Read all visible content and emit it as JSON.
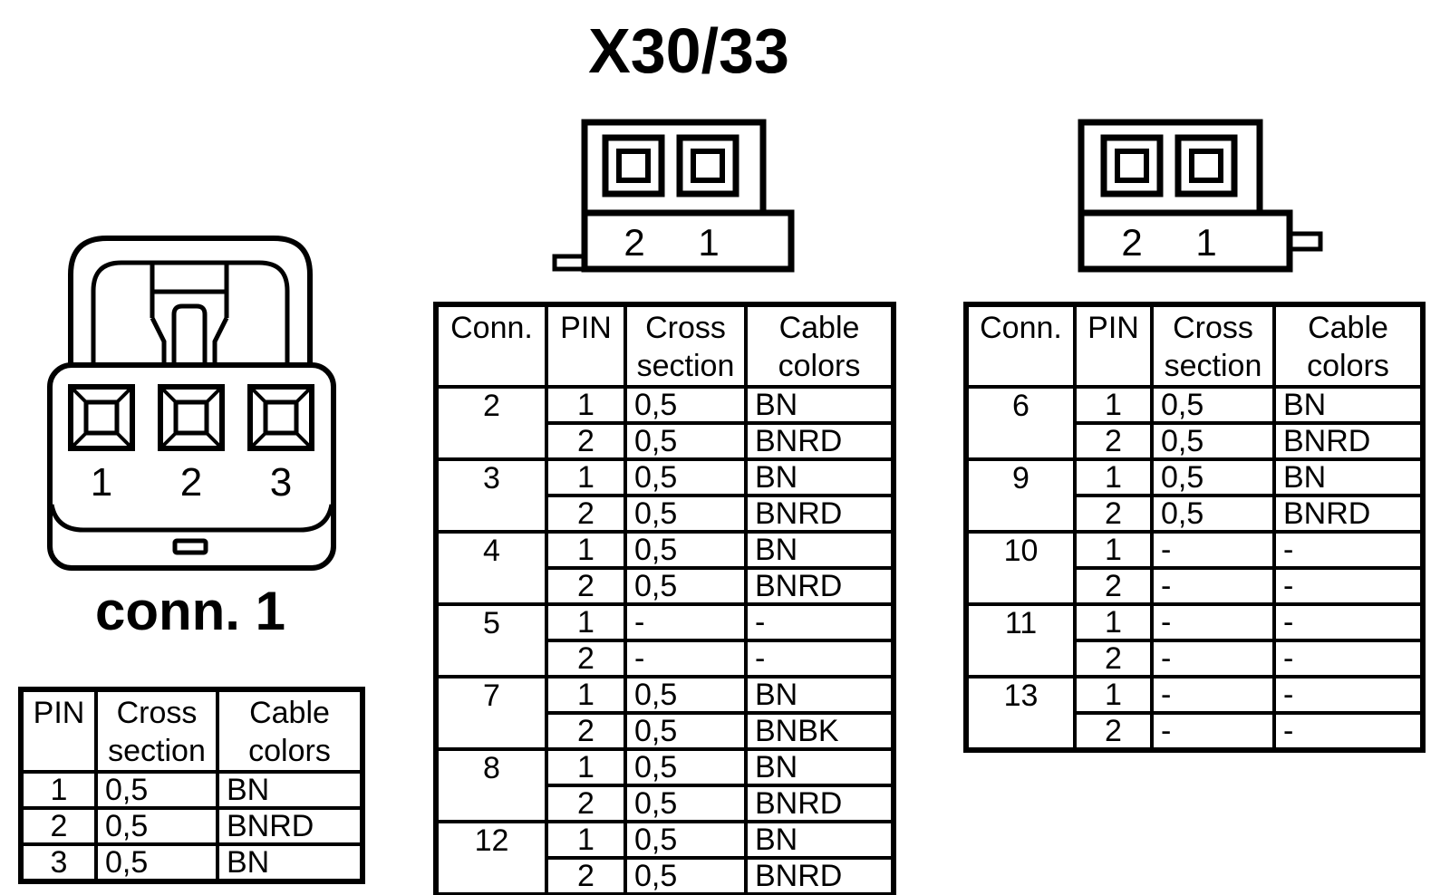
{
  "colors": {
    "ink": "#000000",
    "paper": "#ffffff"
  },
  "title": "X30/33",
  "table_headers": {
    "conn": "Conn.",
    "pin": "PIN",
    "cross_section": "Cross\nsection",
    "cable_colors": "Cable\ncolors"
  },
  "conn1": {
    "label": "conn. 1",
    "drawing_pins": [
      "1",
      "2",
      "3"
    ],
    "rows": [
      {
        "pin": "1",
        "cross": "0,5",
        "color": "BN"
      },
      {
        "pin": "2",
        "cross": "0,5",
        "color": "BNRD"
      },
      {
        "pin": "3",
        "cross": "0,5",
        "color": "BN"
      }
    ]
  },
  "middle_connector": {
    "drawing_pins": [
      "2",
      "1"
    ]
  },
  "right_connector": {
    "drawing_pins": [
      "2",
      "1"
    ]
  },
  "middle_table": {
    "groups": [
      {
        "conn": "2",
        "pins": [
          {
            "pin": "1",
            "cross": "0,5",
            "color": "BN"
          },
          {
            "pin": "2",
            "cross": "0,5",
            "color": "BNRD"
          }
        ]
      },
      {
        "conn": "3",
        "pins": [
          {
            "pin": "1",
            "cross": "0,5",
            "color": "BN"
          },
          {
            "pin": "2",
            "cross": "0,5",
            "color": "BNRD"
          }
        ]
      },
      {
        "conn": "4",
        "pins": [
          {
            "pin": "1",
            "cross": "0,5",
            "color": "BN"
          },
          {
            "pin": "2",
            "cross": "0,5",
            "color": "BNRD"
          }
        ]
      },
      {
        "conn": "5",
        "pins": [
          {
            "pin": "1",
            "cross": "-",
            "color": "-"
          },
          {
            "pin": "2",
            "cross": "-",
            "color": "-"
          }
        ]
      },
      {
        "conn": "7",
        "pins": [
          {
            "pin": "1",
            "cross": "0,5",
            "color": "BN"
          },
          {
            "pin": "2",
            "cross": "0,5",
            "color": "BNBK"
          }
        ]
      },
      {
        "conn": "8",
        "pins": [
          {
            "pin": "1",
            "cross": "0,5",
            "color": "BN"
          },
          {
            "pin": "2",
            "cross": "0,5",
            "color": "BNRD"
          }
        ]
      },
      {
        "conn": "12",
        "pins": [
          {
            "pin": "1",
            "cross": "0,5",
            "color": "BN"
          },
          {
            "pin": "2",
            "cross": "0,5",
            "color": "BNRD"
          }
        ]
      }
    ]
  },
  "right_table": {
    "groups": [
      {
        "conn": "6",
        "pins": [
          {
            "pin": "1",
            "cross": "0,5",
            "color": "BN"
          },
          {
            "pin": "2",
            "cross": "0,5",
            "color": "BNRD"
          }
        ]
      },
      {
        "conn": "9",
        "pins": [
          {
            "pin": "1",
            "cross": "0,5",
            "color": "BN"
          },
          {
            "pin": "2",
            "cross": "0,5",
            "color": "BNRD"
          }
        ]
      },
      {
        "conn": "10",
        "pins": [
          {
            "pin": "1",
            "cross": "-",
            "color": "-"
          },
          {
            "pin": "2",
            "cross": "-",
            "color": "-"
          }
        ]
      },
      {
        "conn": "11",
        "pins": [
          {
            "pin": "1",
            "cross": "-",
            "color": "-"
          },
          {
            "pin": "2",
            "cross": "-",
            "color": "-"
          }
        ]
      },
      {
        "conn": "13",
        "pins": [
          {
            "pin": "1",
            "cross": "-",
            "color": "-"
          },
          {
            "pin": "2",
            "cross": "-",
            "color": "-"
          }
        ]
      }
    ]
  }
}
